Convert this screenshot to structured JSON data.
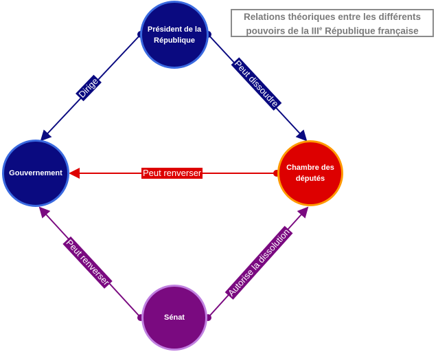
{
  "title": {
    "line1": "Relations théoriques entre les différents",
    "line2_pre": "pouvoirs de la III",
    "line2_sup": "e",
    "line2_post": " République française"
  },
  "nodes": {
    "president": {
      "label": "Président de la République",
      "color": "#0a0a80",
      "border": "#3a6ae0"
    },
    "gouvernement": {
      "label": "Gouvernement",
      "color": "#0a0a80",
      "border": "#3a6ae0"
    },
    "chambre": {
      "label": "Chambre des députés",
      "color": "#dd0000",
      "border": "#ff9900"
    },
    "senat": {
      "label": "Sénat",
      "color": "#7a0a80",
      "border": "#c080e0"
    }
  },
  "edges": {
    "dirige": "Dirige",
    "peut_dissoudre": "Peut dissoudre",
    "chambre_renverse": "Peut renverser",
    "senat_renverse": "Peut renverser",
    "autorise": "Autorise la dissolution"
  },
  "colors": {
    "navy": "#0a0a80",
    "red": "#dd0000",
    "purple": "#7a0a80"
  }
}
